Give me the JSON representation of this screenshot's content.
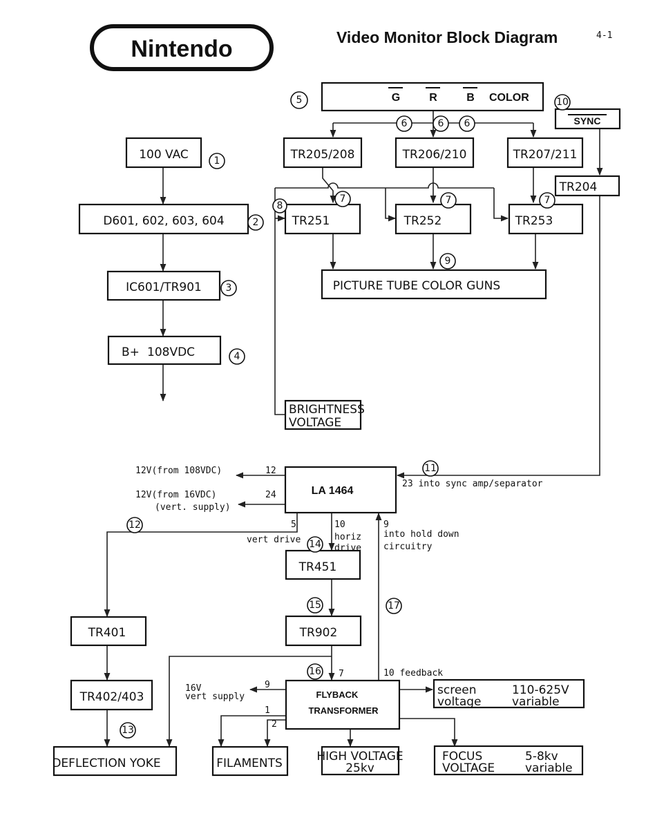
{
  "header": {
    "logo": "Nintendo",
    "title": "Video Monitor Block Diagram",
    "page_number": "4-1"
  },
  "blocks": {
    "vac": "100 VAC",
    "diodes": "D601, 602, 603, 604",
    "ic601": "IC601/TR901",
    "bplus_a": "B+",
    "bplus_b": "108VDC",
    "grb_g": "G",
    "grb_r": "R",
    "grb_b": "B",
    "grb_color": "COLOR",
    "sync": "SYNC",
    "tr205": "TR205/208",
    "tr206": "TR206/210",
    "tr207": "TR207/211",
    "tr204": "TR204",
    "tr251": "TR251",
    "tr252": "TR252",
    "tr253": "TR253",
    "tube": "PICTURE TUBE COLOR GUNS",
    "brightness_1": "BRIGHTNESS",
    "brightness_2": "VOLTAGE",
    "la1464": "LA 1464",
    "tr451": "TR451",
    "tr902": "TR902",
    "tr401": "TR401",
    "tr402": "TR402/403",
    "yoke": "DEFLECTION YOKE",
    "filaments": "FILAMENTS",
    "hv_1": "HIGH VOLTAGE",
    "hv_2": "25kv",
    "flyback_1": "FLYBACK",
    "flyback_2": "TRANSFORMER",
    "screen_1": "screen",
    "screen_2": "voltage",
    "screen_3": "110-625V",
    "screen_4": "variable",
    "focus_1": "FOCUS",
    "focus_2": "VOLTAGE",
    "focus_3": "5-8kv",
    "focus_4": "variable"
  },
  "labels": {
    "out12": "12V(from 108VDC)",
    "pin12": "12",
    "out24a": "12V(from 16VDC)",
    "out24b": "(vert. supply)",
    "pin24": "24",
    "pin23": "23 into sync amp/separator",
    "pin5": "5",
    "vert_drive": "vert drive",
    "pin10": "10",
    "horiz_1": "horiz",
    "horiz_2": "drive",
    "pin9": "9",
    "hold_1": "into hold down",
    "hold_2": "circuitry",
    "pin7": "7",
    "feedback": "10 feedback",
    "fb9": "9",
    "v16a": "16V",
    "v16b": "vert supply",
    "fb1": "1",
    "fb2": "2"
  },
  "markers": [
    "1",
    "2",
    "3",
    "4",
    "5",
    "6",
    "6",
    "6",
    "7",
    "7",
    "7",
    "8",
    "9",
    "10",
    "11",
    "12",
    "13",
    "14",
    "15",
    "16",
    "17"
  ]
}
